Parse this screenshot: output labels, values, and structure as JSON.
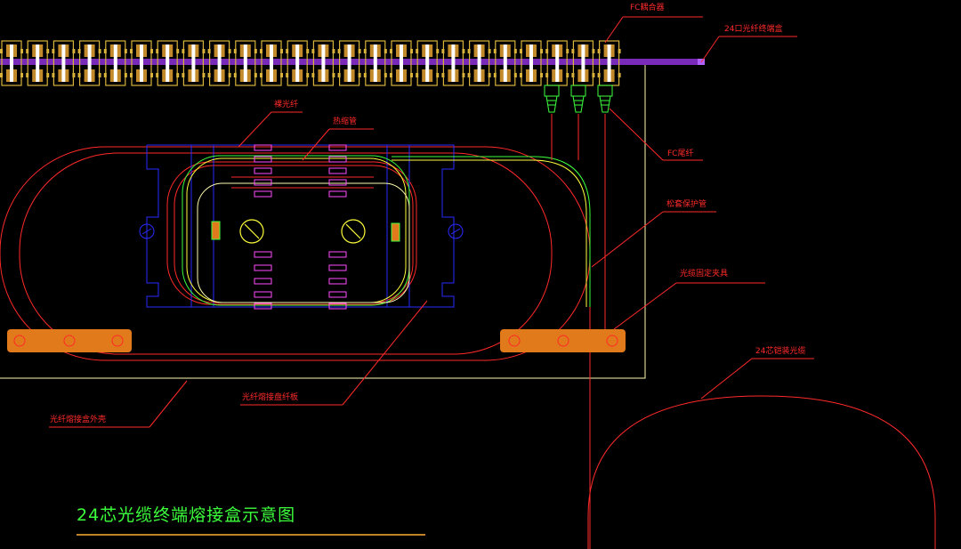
{
  "title": "24芯光缆终端熔接盒示意图",
  "labels": {
    "fc_adapter": "FC耦合器",
    "terminal_box": "24口光纤终端盒",
    "fc_pigtail": "FC尾纤",
    "bare_fiber": "裸光纤",
    "heat_shrink": "热缩管",
    "protect_tube": "松套保护管",
    "cable_clamp": "光缆固定夹具",
    "cable_24": "24芯铠装光缆",
    "splice_tray": "光纤熔接盘纤板",
    "splice_shell": "光纤熔接盒外壳"
  },
  "colors": {
    "background": "#000000",
    "annotation": "#ff2a2a",
    "title": "#3cff3c",
    "adapter": "#d8b23a",
    "rail": "#7a2ab8",
    "tray_outline": "#2a2aff",
    "fiber_green": "#3cff3c",
    "fiber_yellow": "#ffff3c",
    "splice_magenta": "#ff4cff",
    "clamp": "#e07a1a",
    "frame": "#fffbb0"
  },
  "adapter_count": 24
}
